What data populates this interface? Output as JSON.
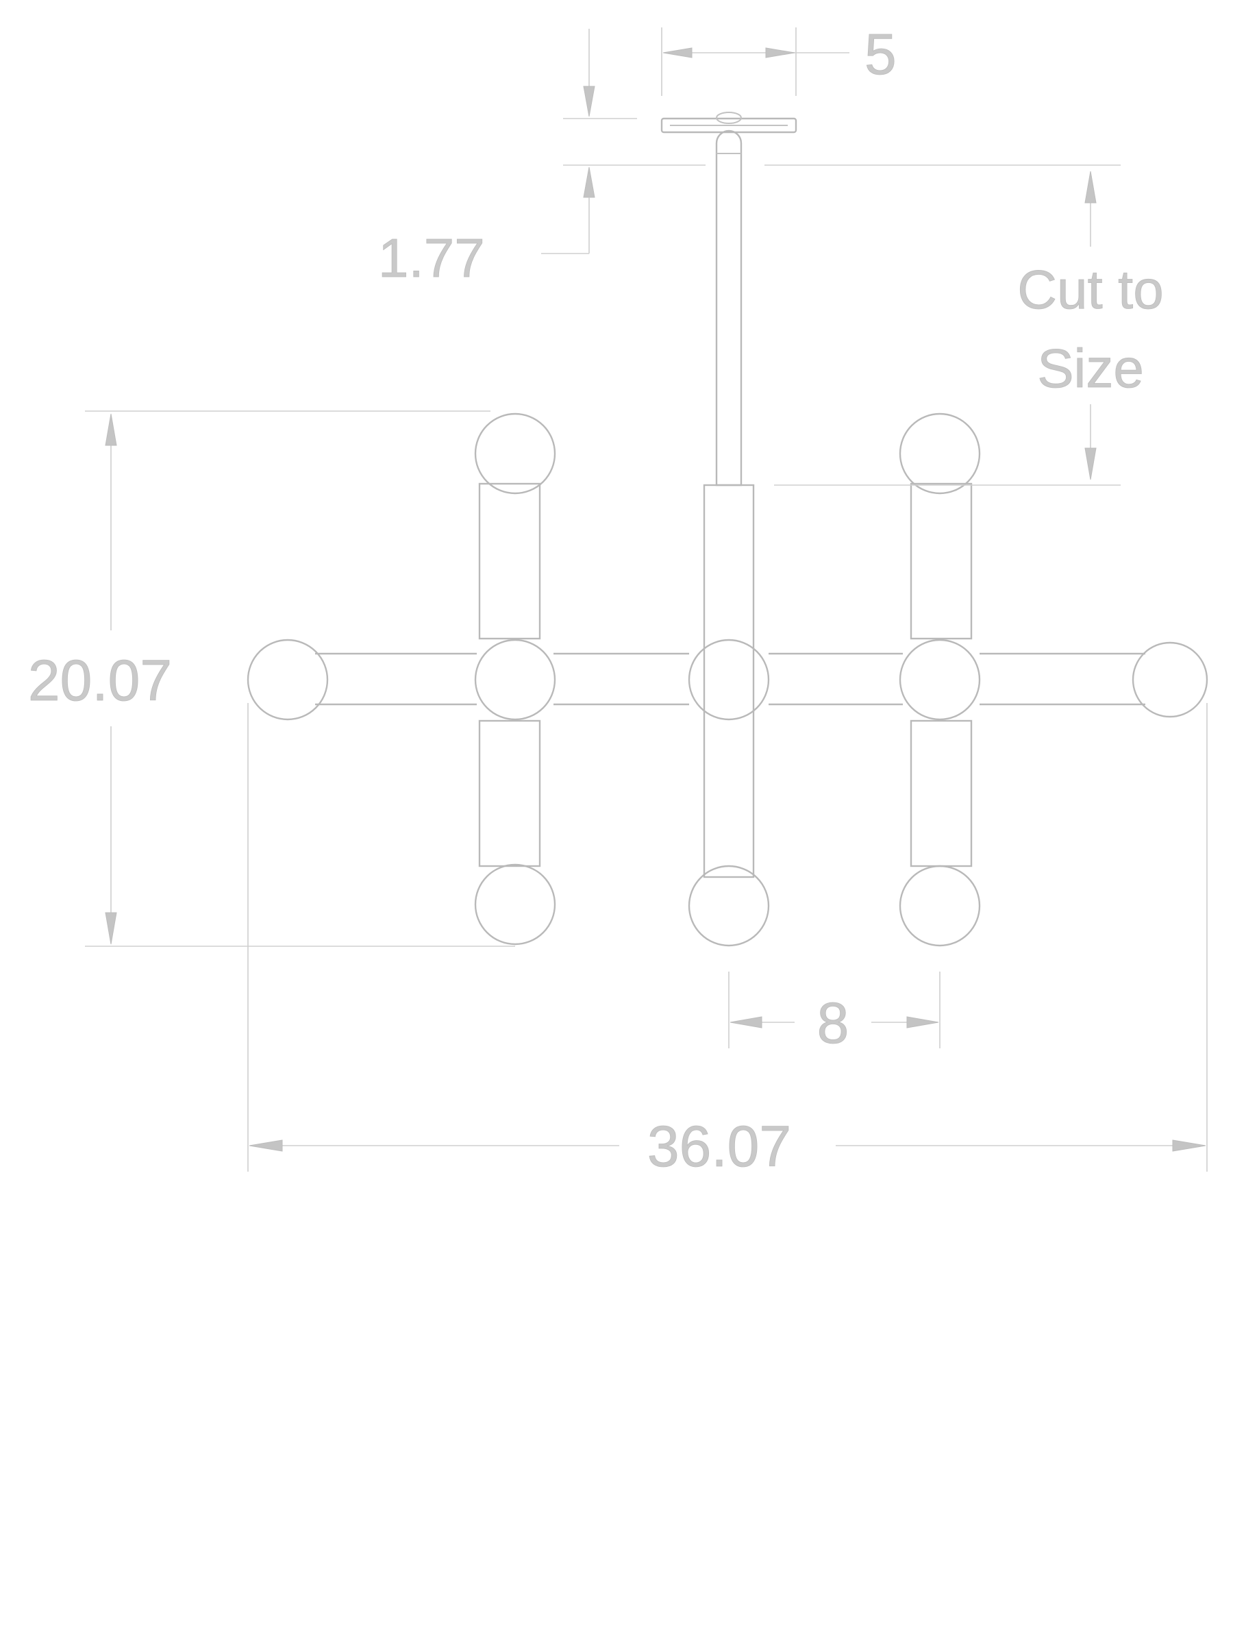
{
  "diagram": {
    "dimensions": {
      "top_width": "5",
      "stem_offset": "1.77",
      "cut_note_line1": "Cut to",
      "cut_note_line2": "Size",
      "height": "20.07",
      "spacing": "8",
      "overall_width": "36.07"
    }
  }
}
